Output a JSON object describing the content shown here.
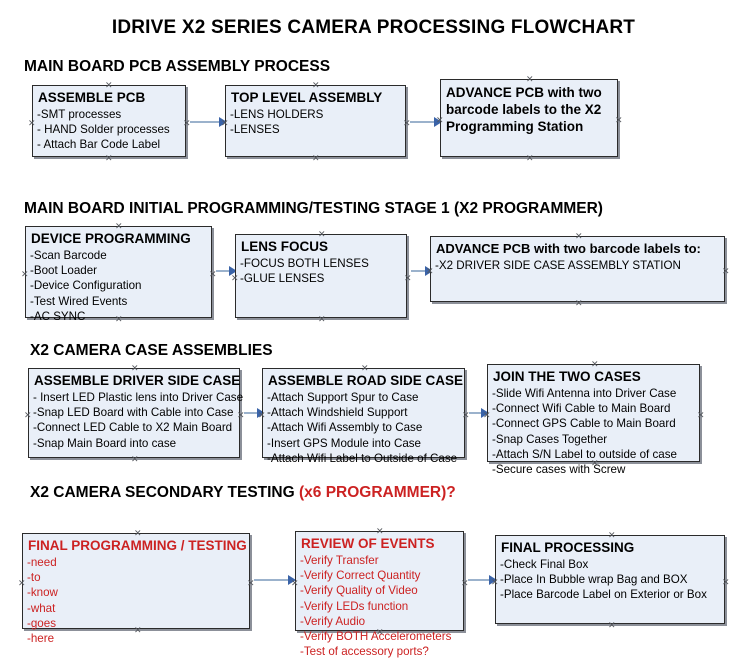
{
  "document": {
    "title": "IDRIVE X2  SERIES CAMERA PROCESSING FLOWCHART",
    "accent_red": "#cc2222",
    "box_fill": "#e9eff8",
    "box_border": "#2b2b2b",
    "connector_color": "#9bb2cc",
    "arrowhead_color": "#3a63a8",
    "background": "#ffffff"
  },
  "sections": [
    {
      "id": "main-board-pcb-assembly-process",
      "heading": "MAIN BOARD PCB ASSEMBLY PROCESS",
      "heading_accent": ""
    },
    {
      "id": "main-board-initial-programming",
      "heading": "MAIN BOARD INITIAL PROGRAMMING/TESTING STAGE 1 (X2 PROGRAMMER)",
      "heading_accent": ""
    },
    {
      "id": "x2-camera-case-assemblies",
      "heading": "X2 CAMERA CASE ASSEMBLIES",
      "heading_accent": ""
    },
    {
      "id": "x2-camera-secondary-testing",
      "heading": "X2 CAMERA SECONDARY TESTING ",
      "heading_accent": "(x6 PROGRAMMER)?"
    }
  ],
  "boxes": {
    "assemble_pcb": {
      "title": "ASSEMBLE PCB",
      "items": [
        "-SMT processes",
        "- HAND Solder processes",
        "- Attach Bar Code Label"
      ]
    },
    "top_level_assembly": {
      "title": "TOP LEVEL ASSEMBLY",
      "items": [
        "-LENS HOLDERS",
        "-LENSES"
      ]
    },
    "advance_pcb_station": {
      "title": "ADVANCE PCB with two barcode labels to the  X2 Programming Station",
      "items": []
    },
    "device_programming": {
      "title": "DEVICE PROGRAMMING",
      "items": [
        "-Scan Barcode",
        "-Boot Loader",
        "-Device Configuration",
        "-Test Wired Events",
        "-AC SYNC"
      ]
    },
    "lens_focus": {
      "title": "LENS FOCUS",
      "items": [
        "-FOCUS BOTH LENSES",
        "-GLUE LENSES"
      ]
    },
    "advance_pcb_driver_side": {
      "title": "ADVANCE PCB with two barcode labels to:",
      "items": [
        "-X2 DRIVER  SIDE  CASE  ASSEMBLY STATION"
      ]
    },
    "assemble_driver_side_case": {
      "title": "ASSEMBLE DRIVER SIDE CASE",
      "items": [
        "- Insert LED Plastic lens into Driver Case",
        "-Snap LED Board with Cable into Case",
        "-Connect LED Cable to X2 Main Board",
        "-Snap Main Board into case"
      ]
    },
    "assemble_road_side_case": {
      "title": "ASSEMBLE ROAD SIDE CASE",
      "items": [
        "-Attach Support Spur to Case",
        "-Attach Windshield Support",
        "-Attach Wifi Assembly to Case",
        "-Insert GPS Module into Case",
        "-Attach Wifi Label to Outside of Case"
      ]
    },
    "join_the_two_cases": {
      "title": "JOIN THE TWO CASES",
      "items": [
        "-Slide Wifi Antenna into Driver Case",
        "-Connect Wifi Cable to Main Board",
        "-Connect GPS Cable to Main Board",
        "-Snap Cases Together",
        "-Attach S/N Label to outside of case",
        "-Secure cases with Screw"
      ]
    },
    "final_programming_testing": {
      "title": "FINAL PROGRAMMING / TESTING",
      "items": [
        "-need",
        "-to",
        "-know",
        "-what",
        "-goes",
        "-here"
      ]
    },
    "review_of_events": {
      "title": "REVIEW OF EVENTS",
      "items": [
        "-Verify Transfer",
        "-Verify Correct Quantity",
        "-Verify Quality of Video",
        "-Verify LEDs function",
        "-Verify Audio",
        "-Verify BOTH Accelerometers",
        "-Test of accessory ports?"
      ]
    },
    "final_processing": {
      "title": "FINAL PROCESSING",
      "items": [
        " -Check Final Box",
        "-Place In Bubble wrap Bag and BOX",
        "-Place Barcode Label on Exterior or Box"
      ]
    }
  },
  "handle_glyph": "✕"
}
